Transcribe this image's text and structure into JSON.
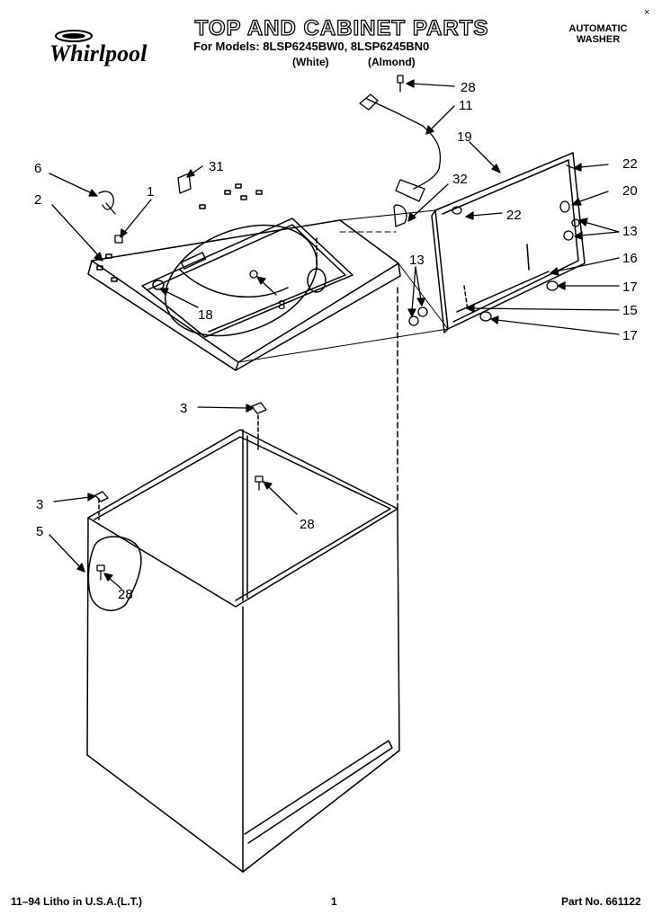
{
  "header": {
    "brand": "Whirlpool",
    "title": "TOP AND CABINET PARTS",
    "models_line": "For Models: 8LSP6245BW0, 8LSP6245BN0",
    "variant_white": "(White)",
    "variant_almond": "(Almond)",
    "category_line1": "AUTOMATIC",
    "category_line2": "WASHER",
    "corner_mark": "×"
  },
  "callouts": [
    "28",
    "11",
    "19",
    "6",
    "31",
    "1",
    "32",
    "2",
    "22",
    "22",
    "20",
    "13",
    "13",
    "16",
    "17",
    "15",
    "17",
    "8",
    "18",
    "3",
    "3",
    "5",
    "28",
    "28"
  ],
  "footer": {
    "litho": "11–94 Litho in U.S.A.(L.T.)",
    "page": "1",
    "part_no": "Part No. 661122"
  }
}
